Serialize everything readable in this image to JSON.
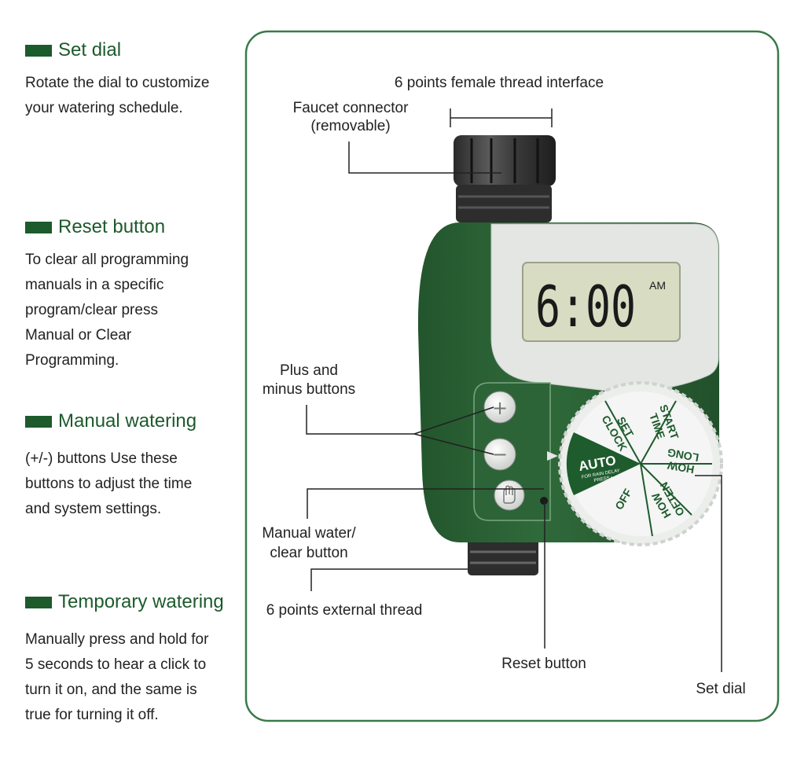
{
  "sections": [
    {
      "title": "Set dial",
      "lines": [
        "Rotate the dial to customize",
        "your watering schedule."
      ]
    },
    {
      "title": "Reset button",
      "lines": [
        "To clear all programming",
        "manuals in a specific",
        "program/clear press",
        "Manual or Clear",
        "Programming."
      ]
    },
    {
      "title": "Manual watering",
      "lines": [
        "(+/-) buttons Use these",
        "buttons to adjust the time",
        "and system settings."
      ]
    },
    {
      "title": "Temporary watering",
      "lines": [
        "Manually press and hold for",
        "5 seconds to hear a click to",
        "turn it on, and the same is",
        "true for turning it off."
      ]
    }
  ],
  "callouts": {
    "thread_interface": "6 points female thread interface",
    "faucet_line1": "Faucet connector",
    "faucet_line2": "(removable)",
    "plus_minus_line1": "Plus and",
    "plus_minus_line2": "minus buttons",
    "manual_line1": "Manual water/",
    "manual_line2": "clear button",
    "external_thread": "6 points external thread",
    "reset_button": "Reset button",
    "set_dial": "Set dial"
  },
  "device": {
    "time": "6:00",
    "ampm": "AM",
    "plus_symbol": "+",
    "minus_symbol": "−",
    "dial": {
      "auto": "AUTO",
      "auto_sub1": "FOR RAIN DELAY",
      "auto_sub2": "PRESS •",
      "set_clock_1": "SET",
      "set_clock_2": "CLOCK",
      "start_time_1": "START",
      "start_time_2": "TIME",
      "how_long_1": "HOW",
      "how_long_2": "LONG",
      "how_often_1": "HOW",
      "how_often_2": "OFTEN",
      "off": "OFF"
    }
  },
  "colors": {
    "accent_green": "#1d5a2c",
    "body_green": "#2f6a3a",
    "frame_green": "#3a7a4a",
    "lcd": "#d8dcc2"
  }
}
